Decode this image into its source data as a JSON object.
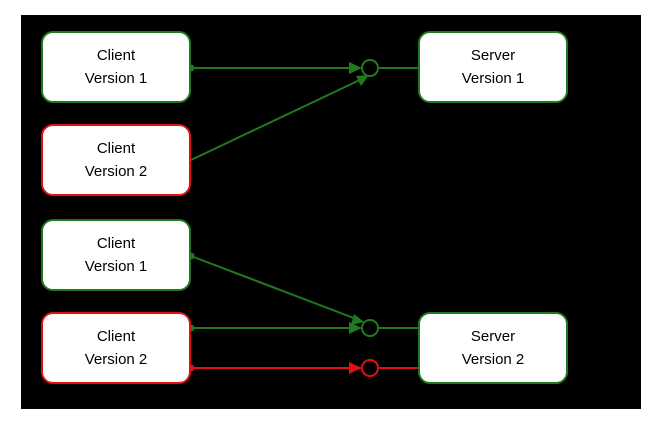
{
  "colors": {
    "background": "#000000",
    "compatible": "#1f7a1f",
    "incompatible": "#e01010",
    "node_fill": "#ffffff"
  },
  "nodes": {
    "client1_top": {
      "line1": "Client",
      "line2": "Version 1",
      "status": "green"
    },
    "client2_top": {
      "line1": "Client",
      "line2": "Version 2",
      "status": "red"
    },
    "server1": {
      "line1": "Server",
      "line2": "Version 1",
      "status": "green"
    },
    "client1_bottom": {
      "line1": "Client",
      "line2": "Version 1",
      "status": "green"
    },
    "client2_bottom": {
      "line1": "Client",
      "line2": "Version 2",
      "status": "red"
    },
    "server2": {
      "line1": "Server",
      "line2": "Version 2",
      "status": "green"
    }
  },
  "connections": [
    {
      "from": "client1_top",
      "to": "server1",
      "status": "compatible"
    },
    {
      "from": "client2_top",
      "to": "server1",
      "status": "compatible"
    },
    {
      "from": "client1_bottom",
      "to": "server2",
      "status": "compatible"
    },
    {
      "from": "client2_bottom",
      "to": "server2",
      "status": "compatible"
    },
    {
      "from": "client2_bottom",
      "to": "server2",
      "status": "incompatible"
    }
  ]
}
